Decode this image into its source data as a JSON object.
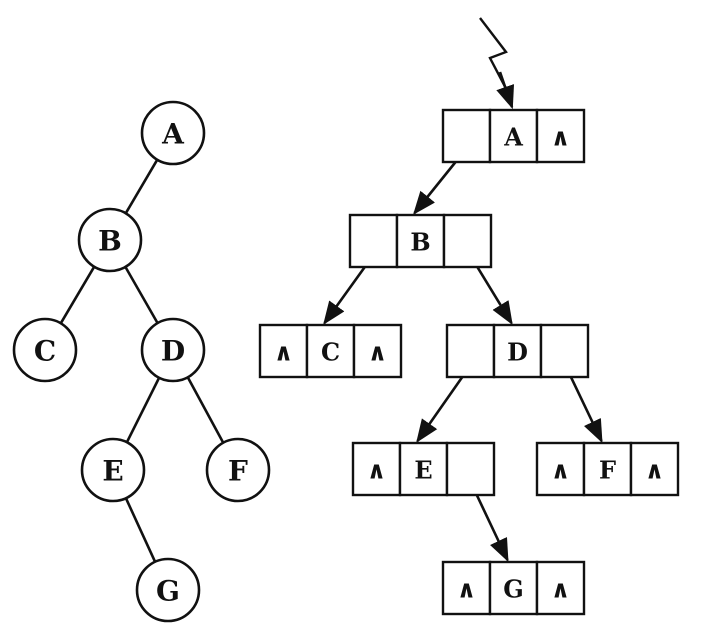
{
  "tree": {
    "nodes": [
      {
        "id": "A",
        "label": "A"
      },
      {
        "id": "B",
        "label": "B"
      },
      {
        "id": "C",
        "label": "C"
      },
      {
        "id": "D",
        "label": "D"
      },
      {
        "id": "E",
        "label": "E"
      },
      {
        "id": "F",
        "label": "F"
      },
      {
        "id": "G",
        "label": "G"
      }
    ],
    "edges": [
      [
        "A",
        "B"
      ],
      [
        "B",
        "C"
      ],
      [
        "B",
        "D"
      ],
      [
        "D",
        "E"
      ],
      [
        "D",
        "F"
      ],
      [
        "E",
        "G"
      ]
    ]
  },
  "linked": {
    "null_symbol": "∧",
    "records": [
      {
        "id": "A",
        "left": "",
        "data": "A",
        "right": "∧"
      },
      {
        "id": "B",
        "left": "",
        "data": "B",
        "right": ""
      },
      {
        "id": "C",
        "left": "∧",
        "data": "C",
        "right": "∧"
      },
      {
        "id": "D",
        "left": "",
        "data": "D",
        "right": ""
      },
      {
        "id": "E",
        "left": "∧",
        "data": "E",
        "right": ""
      },
      {
        "id": "F",
        "left": "∧",
        "data": "F",
        "right": "∧"
      },
      {
        "id": "G",
        "left": "∧",
        "data": "G",
        "right": "∧"
      }
    ],
    "pointers": [
      [
        "A",
        "left",
        "B"
      ],
      [
        "B",
        "left",
        "C"
      ],
      [
        "B",
        "right",
        "D"
      ],
      [
        "D",
        "left",
        "E"
      ],
      [
        "D",
        "right",
        "F"
      ],
      [
        "E",
        "right",
        "G"
      ]
    ]
  }
}
